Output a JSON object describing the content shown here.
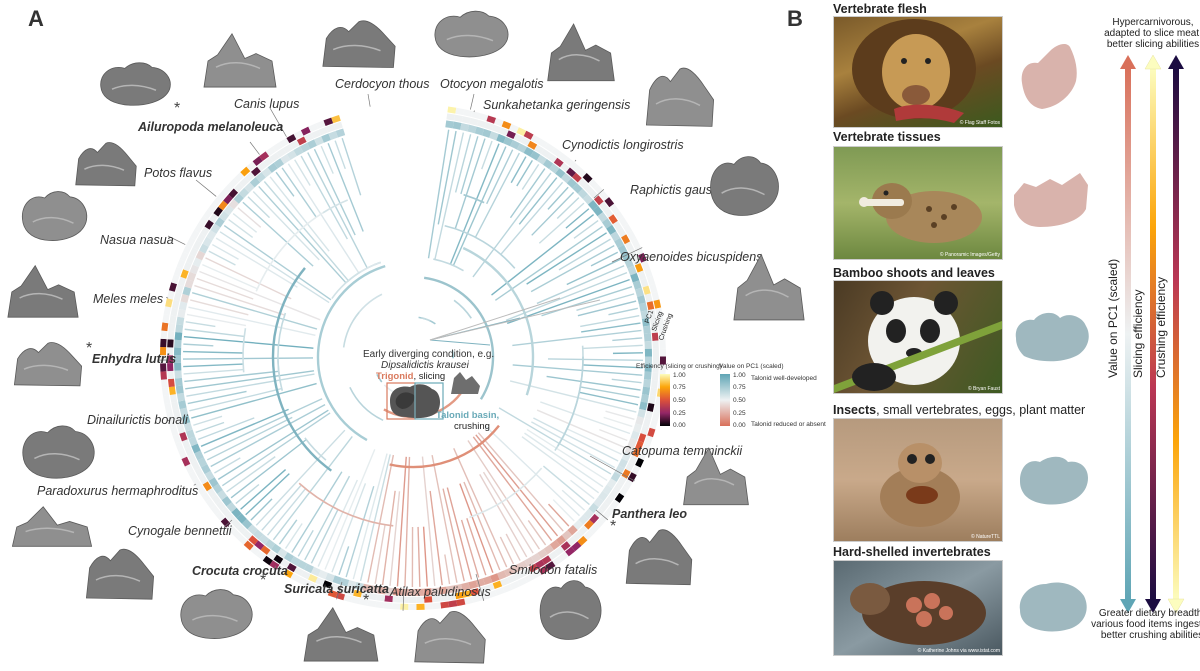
{
  "panels": {
    "a": "A",
    "b": "B"
  },
  "species_labels": [
    {
      "text": "Ailuropoda melanoleuca",
      "bold": true
    },
    {
      "text": "Canis lupus",
      "bold": false
    },
    {
      "text": "Cerdocyon thous",
      "bold": false
    },
    {
      "text": "Otocyon megalotis",
      "bold": false
    },
    {
      "text": "Sunkahetanka geringensis",
      "bold": false
    },
    {
      "text": "Cynodictis longirostris",
      "bold": false
    },
    {
      "text": "Raphictis gausion",
      "bold": false
    },
    {
      "text": "Oxyaenoides bicuspidens",
      "bold": false
    },
    {
      "text": "Potos flavus",
      "bold": false
    },
    {
      "text": "Nasua nasua",
      "bold": false
    },
    {
      "text": "Meles meles",
      "bold": false
    },
    {
      "text": "Enhydra lutris",
      "bold": true
    },
    {
      "text": "Dinailurictis bonali",
      "bold": false
    },
    {
      "text": "Paradoxurus hermaphroditus",
      "bold": false
    },
    {
      "text": "Cynogale bennettii",
      "bold": false
    },
    {
      "text": "Crocuta crocuta",
      "bold": true
    },
    {
      "text": "Suricata suricatta",
      "bold": true
    },
    {
      "text": "Atilax paludinosus",
      "bold": false
    },
    {
      "text": "Smilodon fatalis",
      "bold": false
    },
    {
      "text": "Catopuma temminckii",
      "bold": false
    },
    {
      "text": "Panthera leo",
      "bold": true
    }
  ],
  "center": {
    "condition": "Early diverging condition, e.g.",
    "species": "Dipsalidictis krausei",
    "trigonid": "Trigonid",
    "trigonid_suffix": ", slicing",
    "talonid": "Talonid basin,",
    "talonid_suffix": "crushing",
    "ring_labels": [
      "PC1",
      "Slicing",
      "Crushing"
    ]
  },
  "legend": {
    "efficiency_title": "Efficiency (slicing or crushing)",
    "efficiency_ticks": [
      "1.00",
      "0.75",
      "0.50",
      "0.25",
      "0.00"
    ],
    "pc1_title": "Value on PC1 (scaled)",
    "pc1_ticks": [
      "1.00",
      "0.75",
      "0.50",
      "0.25",
      "0.00"
    ],
    "pc1_high": "Talonid well-developed",
    "pc1_low": "Talonid reduced or absent"
  },
  "diets": [
    {
      "title": "Vertebrate flesh",
      "rest": "",
      "credit": "© Flag Staff Fotos"
    },
    {
      "title": "Vertebrate tissues",
      "rest": "",
      "credit": "© Panoramic Images/Getty"
    },
    {
      "title": "Bamboo shoots and leaves",
      "rest": "",
      "credit": "© Bryan Faust"
    },
    {
      "title": "Insects",
      "rest": ", small vertebrates, eggs, plant matter",
      "credit": "© NatureTTL"
    },
    {
      "title": "Hard-shelled invertebrates",
      "rest": "",
      "credit": "© Katherine Johns via www.istat.com"
    }
  ],
  "gradient_axes": {
    "top_note": [
      "Hypercarnivorous,",
      "adapted to slice meat,",
      "better slicing abilities"
    ],
    "bottom_note": [
      "Greater dietary breadth,",
      "various food items ingested",
      "better crushing abilities"
    ],
    "labels": [
      "Value on PC1 (scaled)",
      "Slicing efficiency",
      "Crushing efficiency"
    ]
  },
  "asterisk": "*",
  "colors": {
    "talonid_blue": "#6aaab8",
    "slicing_orange": "#d97a5e",
    "pale": "#e8eef0",
    "tooth_grey": "#8a8a8a",
    "tooth_pink": "#d9b3ac",
    "tooth_blue": "#9fb8bf"
  }
}
